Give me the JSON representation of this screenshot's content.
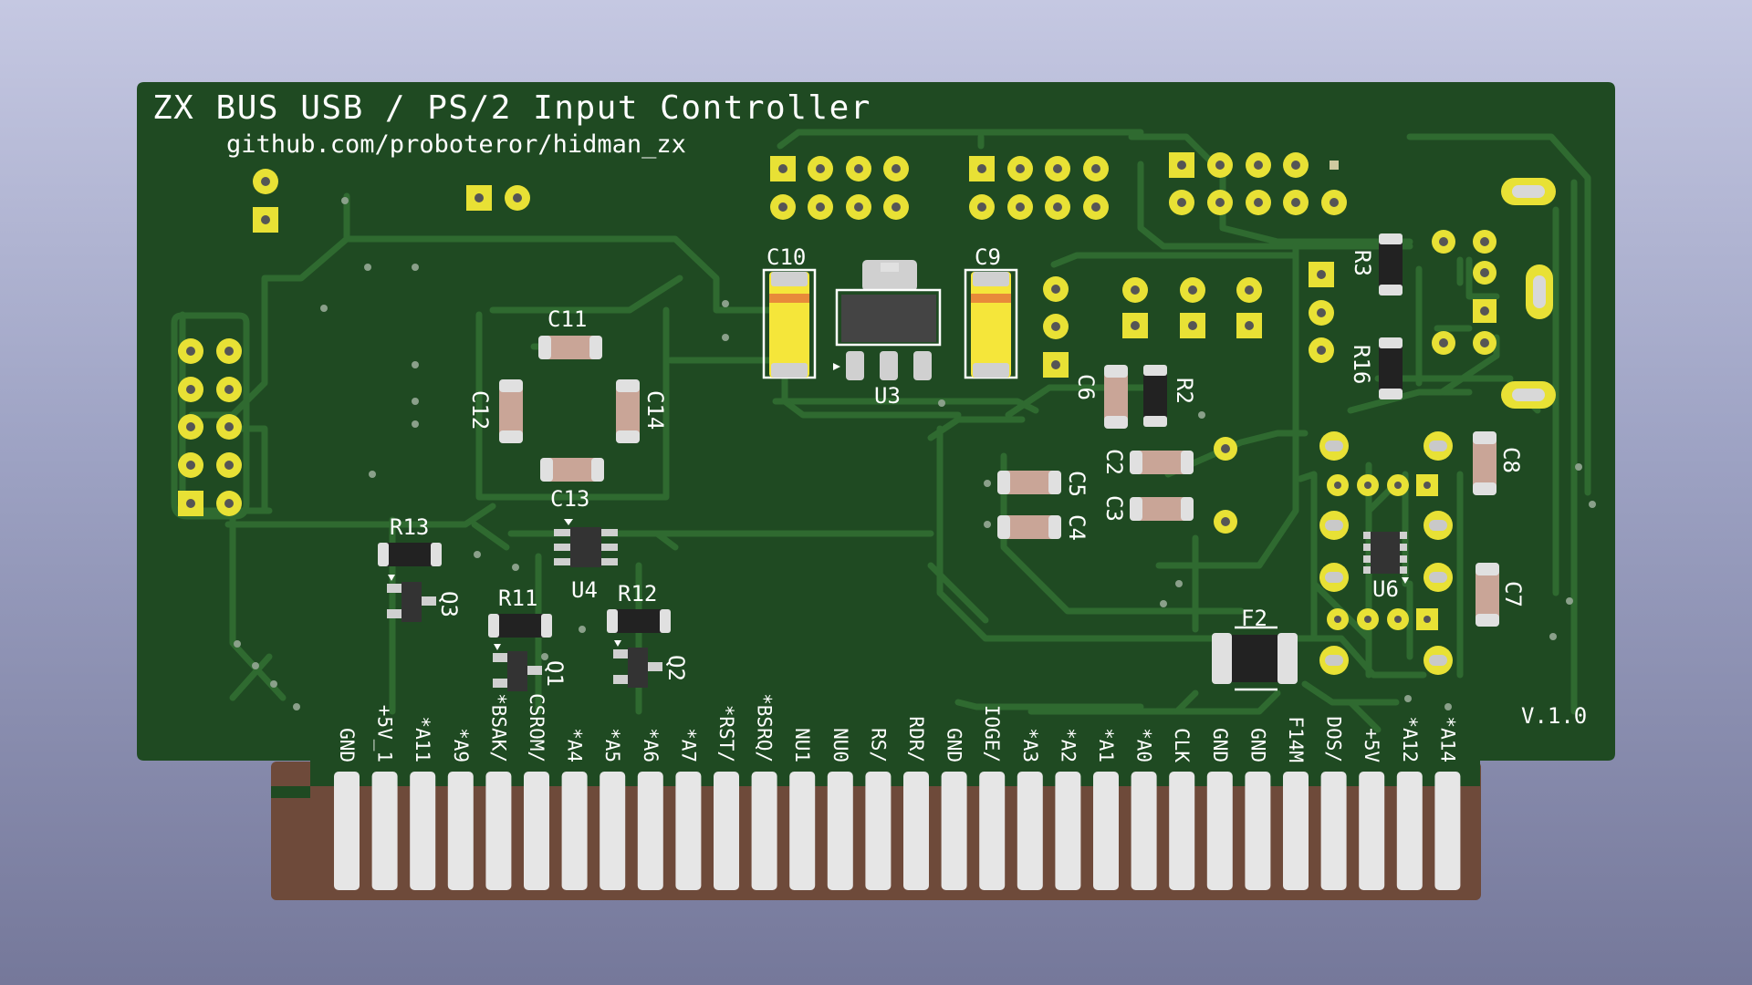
{
  "board": {
    "title": "ZX BUS USB / PS/2 Input Controller",
    "url": "github.com/proboteror/hidman_zx",
    "version": "V.1.0"
  },
  "colors": {
    "background_top": "#c5c8e2",
    "background_bottom": "#75789a",
    "pcb_green": "#1f4a22",
    "trace_green": "#2f6a30",
    "edge_brown": "#6e4a3a",
    "finger_silver": "#e6e6e6",
    "pad_gold": "#e8e135",
    "silkscreen": "#ffffff"
  },
  "components": {
    "C10": "C10",
    "C9": "C9",
    "C11": "C11",
    "C12": "C12",
    "C13": "C13",
    "C14": "C14",
    "U3": "U3",
    "U4": "U4",
    "U6": "U6",
    "R13": "R13",
    "R11": "R11",
    "R12": "R12",
    "R3": "R3",
    "R16": "R16",
    "R2": "R2",
    "Q1": "Q1",
    "Q2": "Q2",
    "Q3": "Q3",
    "C6": "C6",
    "C2": "C2",
    "C3": "C3",
    "C5": "C5",
    "C4": "C4",
    "C8": "C8",
    "C7": "C7",
    "F2": "F2"
  },
  "edge_connector": [
    "GND",
    "+5V_1",
    "*A11",
    "*A9",
    "*BSAK/",
    "CSROM/",
    "*A4",
    "*A5",
    "*A6",
    "*A7",
    "*RST/",
    "*BSRQ/",
    "NU1",
    "NU0",
    "RS/",
    "RDR/",
    "GND",
    "IOGE/",
    "*A3",
    "*A2",
    "*A1",
    "*A0",
    "CLK",
    "GND",
    "GND",
    "F14M",
    "DOS/",
    "+5V",
    "*A12",
    "*A14"
  ]
}
